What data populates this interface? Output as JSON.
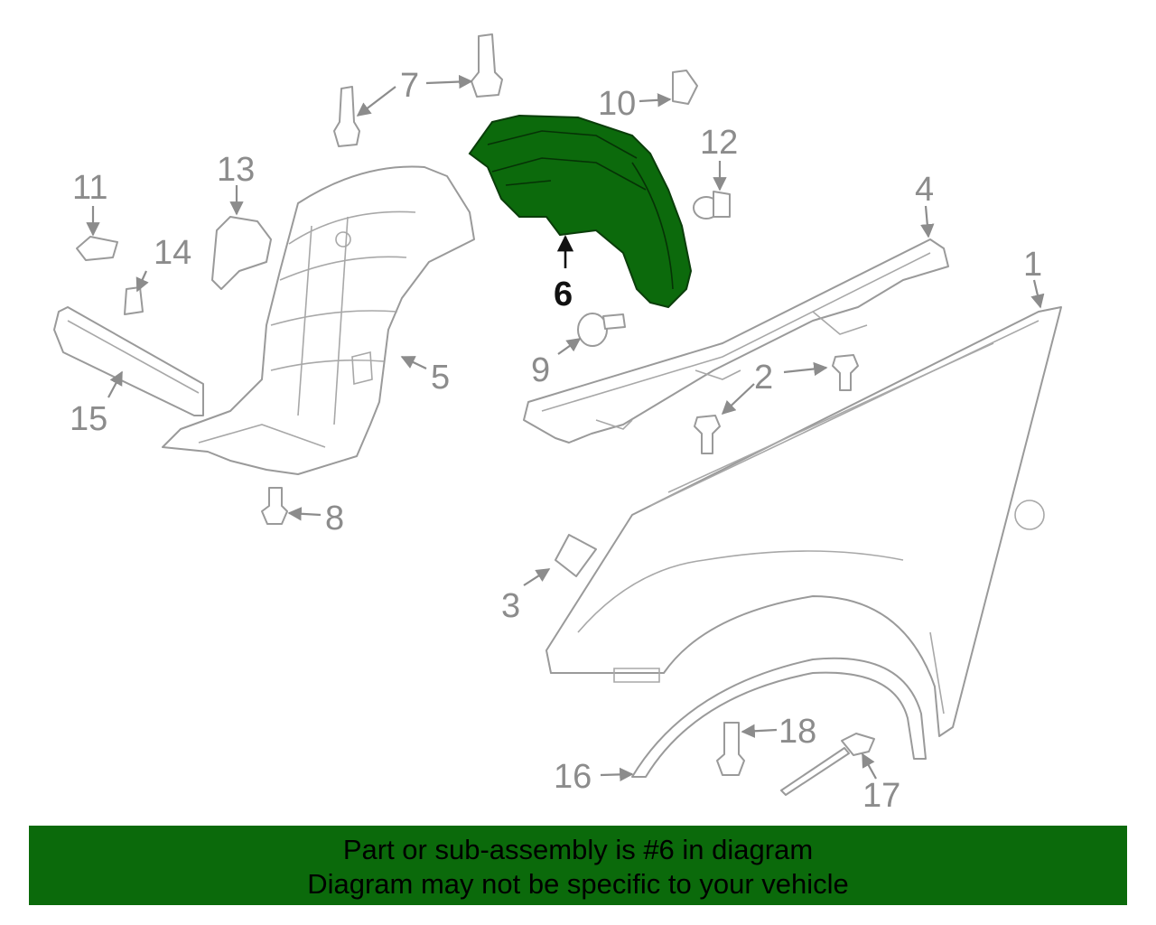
{
  "callouts": {
    "c1": "1",
    "c2": "2",
    "c3": "3",
    "c4": "4",
    "c5": "5",
    "c6": "6",
    "c7": "7",
    "c8": "8",
    "c9": "9",
    "c10": "10",
    "c11": "11",
    "c12": "12",
    "c13": "13",
    "c14": "14",
    "c15": "15",
    "c16": "16",
    "c17": "17",
    "c18": "18"
  },
  "highlight_color": "#0b6a0b",
  "banner": {
    "line1": "Part or sub-assembly is #6 in diagram",
    "line2": "Diagram may not be specific to your vehicle"
  }
}
